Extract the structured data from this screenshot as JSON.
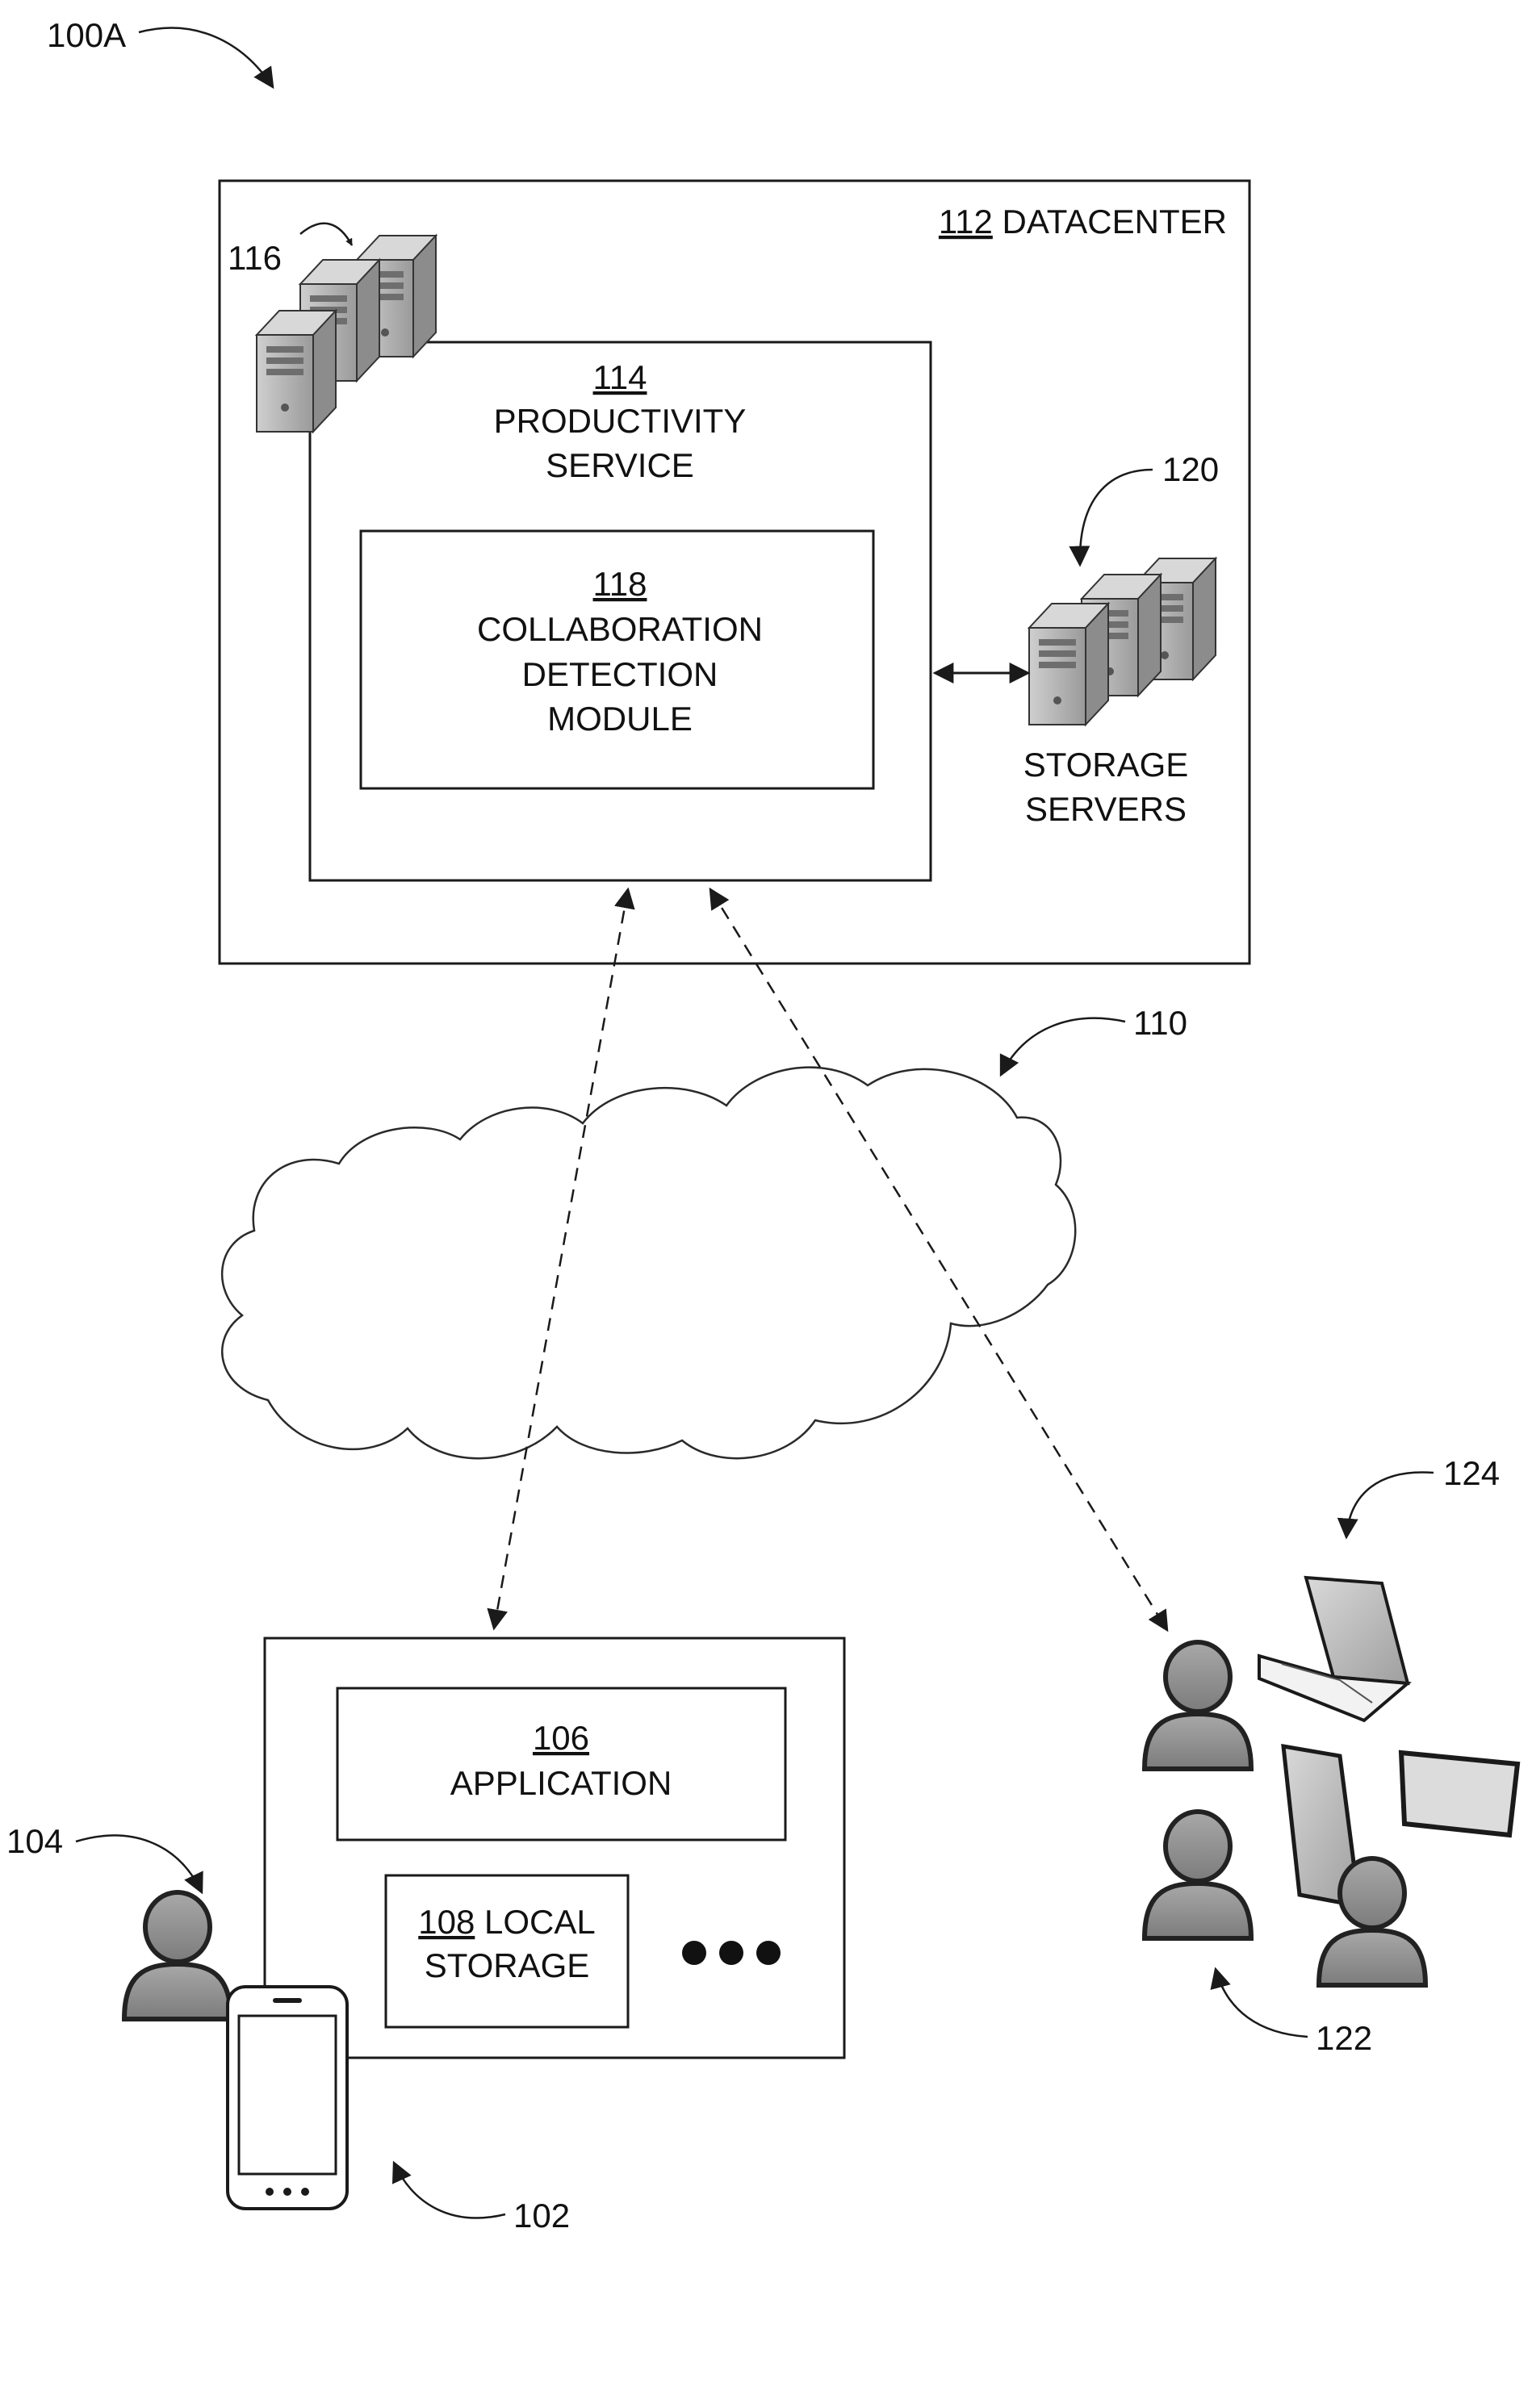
{
  "figure_label": "100A",
  "datacenter": {
    "ref": "112",
    "label": "DATACENTER"
  },
  "server_group_ref": "116",
  "productivity_service": {
    "ref": "114",
    "line1": "PRODUCTIVITY",
    "line2": "SERVICE"
  },
  "collaboration_module": {
    "ref": "118",
    "line1": "COLLABORATION",
    "line2": "DETECTION",
    "line3": "MODULE"
  },
  "storage_servers": {
    "ref": "120",
    "line1": "STORAGE",
    "line2": "SERVERS"
  },
  "network_ref": "110",
  "client_device": {
    "ref": "102",
    "application": {
      "ref": "106",
      "label": "APPLICATION"
    },
    "local_storage": {
      "ref": "108",
      "label_part1": "LOCAL",
      "label_part2": "STORAGE"
    }
  },
  "user_ref": "104",
  "collaborators_ref": "122",
  "collaborator_devices_ref": "124"
}
